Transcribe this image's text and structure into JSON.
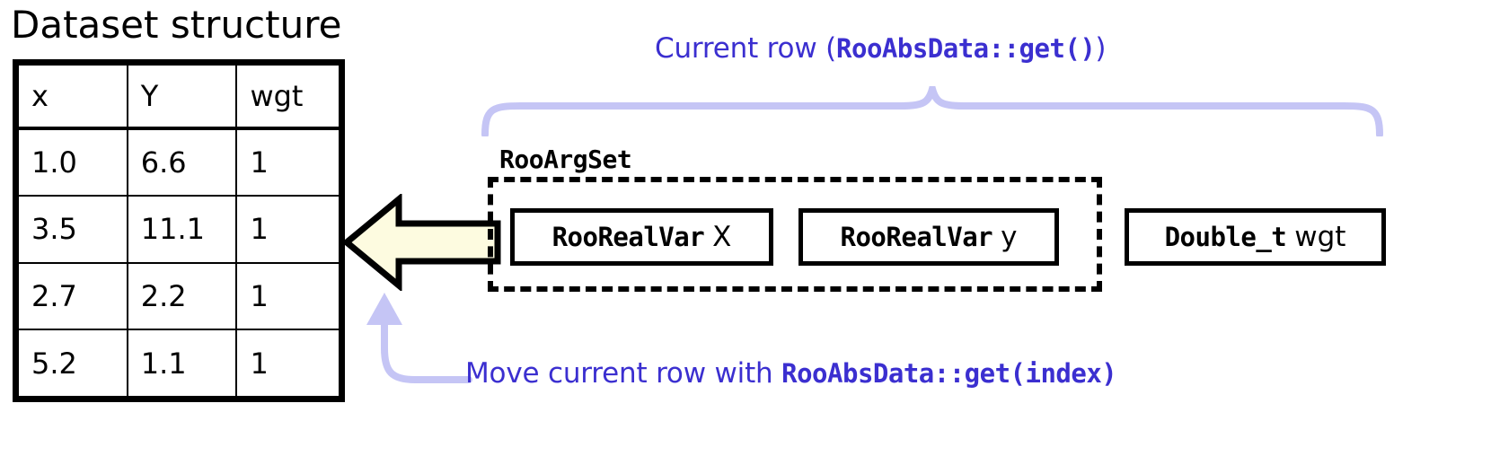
{
  "page": {
    "title": "Dataset structure",
    "background_color": "#ffffff",
    "accent_color": "#3b2fd0",
    "brace_color": "#c5c5f5",
    "arrow_fill_color": "#fdfbe0"
  },
  "dataset_table": {
    "name": "dataset-structure-table",
    "columns": [
      "x",
      "Y",
      "wgt"
    ],
    "rows": [
      [
        "1.0",
        "6.6",
        "1"
      ],
      [
        "3.5",
        "11.1",
        "1"
      ],
      [
        "2.7",
        "2.2",
        "1"
      ],
      [
        "5.2",
        "1.1",
        "1"
      ]
    ]
  },
  "annotations": {
    "current_row": {
      "prefix": "Current row (",
      "code": "RooAbsData::get()",
      "suffix": ")"
    },
    "move_row": {
      "prefix": "Move current row with ",
      "code": "RooAbsData::get(index)",
      "suffix": ""
    }
  },
  "arg_set": {
    "label": "RooArgSet",
    "members": [
      {
        "type": "RooRealVar",
        "var": "X"
      },
      {
        "type": "RooRealVar",
        "var": "y"
      }
    ]
  },
  "weight_box": {
    "type": "Double_t",
    "var": "wgt"
  },
  "icons": {
    "block_arrow": "block-arrow-left-icon",
    "curved_arrow": "curved-arrow-up-icon",
    "brace": "curly-brace-icon"
  }
}
